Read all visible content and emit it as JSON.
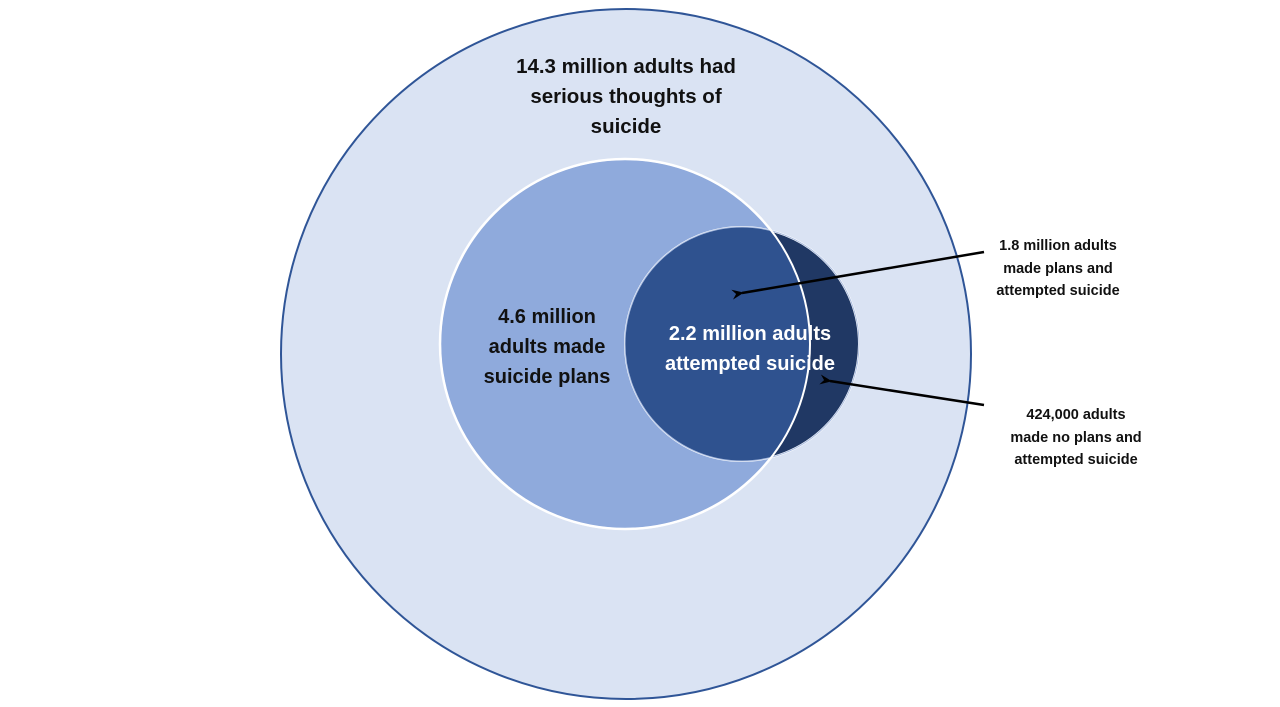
{
  "diagram": {
    "type": "nested-venn",
    "colors": {
      "outer_fill": "#DAE3F3",
      "outer_stroke": "#2F5597",
      "plans_fill": "#8FAADC",
      "plans_stroke": "#FFFFFF",
      "attempted_fill": "#2F528F",
      "attempted_no_plan_fill": "#203864",
      "attempted_stroke": "#FFFFFF",
      "arrow": "#000000"
    },
    "circles": {
      "outer": {
        "label_lines": [
          "14.3 million adults had",
          "serious thoughts of",
          "suicide"
        ],
        "value": "14.3 million"
      },
      "plans": {
        "label_lines": [
          "4.6 million",
          "adults made",
          "suicide plans"
        ],
        "value": "4.6 million"
      },
      "attempted": {
        "label_lines": [
          "2.2 million adults",
          "attempted suicide"
        ],
        "value": "2.2 million"
      }
    },
    "callouts": [
      {
        "label_lines": [
          "1.8 million adults",
          "made plans and",
          "attempted suicide"
        ],
        "value": "1.8 million"
      },
      {
        "label_lines": [
          "424,000 adults",
          "made no plans and",
          "attempted suicide"
        ],
        "value": "424,000"
      }
    ]
  }
}
